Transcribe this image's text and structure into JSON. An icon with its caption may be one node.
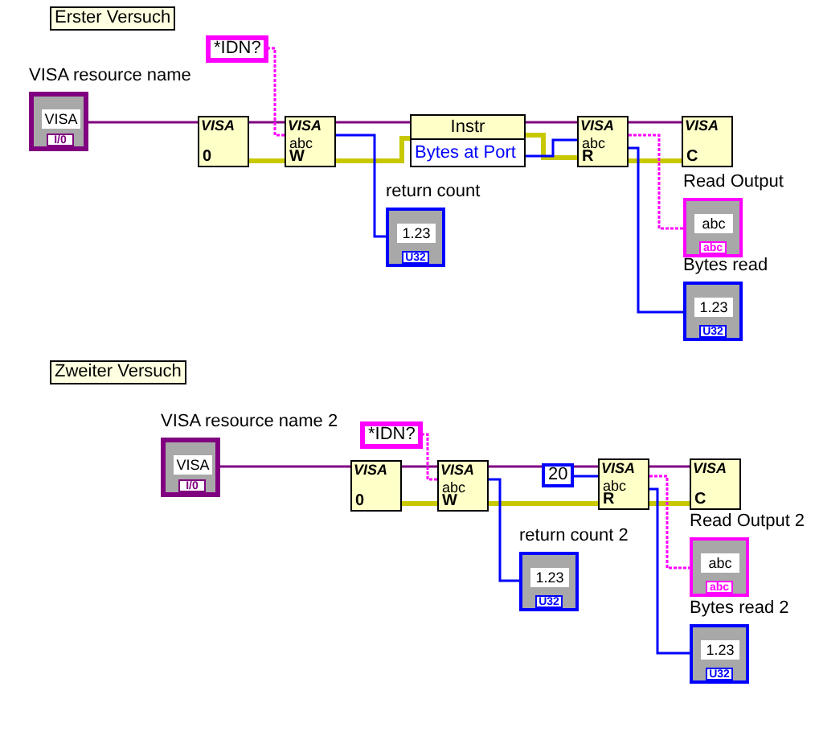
{
  "diagram": {
    "nodes": [
      {
        "text": [
          "Erster Versuch"
        ]
      },
      {
        "text": [
          "VISA resource name",
          "VISA",
          "I/0"
        ]
      },
      {
        "text": [
          "*IDN?"
        ]
      },
      {
        "text": [
          "VISA",
          "0"
        ]
      },
      {
        "text": [
          "VISA",
          "abc",
          "W"
        ]
      },
      {
        "text": [
          "Instr",
          "Bytes at Port"
        ]
      },
      {
        "text": [
          "VISA",
          "abc",
          "R"
        ]
      },
      {
        "text": [
          "VISA",
          "C"
        ]
      },
      {
        "text": [
          "return count",
          "1.23",
          "U32"
        ]
      },
      {
        "text": [
          "Read Output",
          "abc",
          "abc"
        ]
      },
      {
        "text": [
          "Bytes read",
          "1.23",
          "U32"
        ]
      },
      {
        "text": [
          "Zweiter Versuch"
        ]
      },
      {
        "text": [
          "VISA resource name 2",
          "VISA",
          "I/0"
        ]
      },
      {
        "text": [
          "*IDN?"
        ]
      },
      {
        "text": [
          "VISA",
          "0"
        ]
      },
      {
        "text": [
          "VISA",
          "abc",
          "W"
        ]
      },
      {
        "text": [
          "20"
        ]
      },
      {
        "text": [
          "VISA",
          "abc",
          "R"
        ]
      },
      {
        "text": [
          "VISA",
          "C"
        ]
      },
      {
        "text": [
          "return count 2",
          "1.23",
          "U32"
        ]
      },
      {
        "text": [
          "Read Output 2",
          "abc",
          "abc"
        ]
      },
      {
        "text": [
          "Bytes read 2",
          "1.23",
          "U32"
        ]
      }
    ],
    "edges": [
      {
        "from": 1,
        "to": 3,
        "arrow": "none"
      },
      {
        "from": 3,
        "to": 4,
        "arrow": "none"
      },
      {
        "from": 4,
        "to": 5,
        "arrow": "none"
      },
      {
        "from": 5,
        "to": 6,
        "arrow": "none"
      },
      {
        "from": 6,
        "to": 7,
        "arrow": "none"
      },
      {
        "from": 3,
        "to": 4,
        "arrow": "none",
        "style": "thick",
        "color": "#c8c800"
      },
      {
        "from": 4,
        "to": 5,
        "arrow": "none",
        "style": "thick",
        "color": "#c8c800"
      },
      {
        "from": 5,
        "to": 6,
        "arrow": "none",
        "style": "thick",
        "color": "#c8c800"
      },
      {
        "from": 6,
        "to": 7,
        "arrow": "none",
        "style": "thick",
        "color": "#c8c800"
      },
      {
        "from": 2,
        "to": 4,
        "arrow": "none",
        "style": "dashed",
        "color": "#ff00ff"
      },
      {
        "from": 6,
        "to": 9,
        "arrow": "none",
        "style": "dashed",
        "color": "#ff00ff"
      },
      {
        "from": 4,
        "to": 8,
        "arrow": "none",
        "color": "#0000ff"
      },
      {
        "from": 5,
        "to": 6,
        "arrow": "none",
        "color": "#0000ff"
      },
      {
        "from": 6,
        "to": 10,
        "arrow": "none",
        "color": "#0000ff"
      },
      {
        "from": 12,
        "to": 14,
        "arrow": "none"
      },
      {
        "from": 14,
        "to": 15,
        "arrow": "none"
      },
      {
        "from": 15,
        "to": 17,
        "arrow": "none"
      },
      {
        "from": 17,
        "to": 18,
        "arrow": "none"
      },
      {
        "from": 14,
        "to": 15,
        "arrow": "none",
        "style": "thick",
        "color": "#c8c800"
      },
      {
        "from": 15,
        "to": 17,
        "arrow": "none",
        "style": "thick",
        "color": "#c8c800"
      },
      {
        "from": 17,
        "to": 18,
        "arrow": "none",
        "style": "thick",
        "color": "#c8c800"
      },
      {
        "from": 13,
        "to": 15,
        "arrow": "none",
        "style": "dashed",
        "color": "#ff00ff"
      },
      {
        "from": 17,
        "to": 20,
        "arrow": "none",
        "style": "dashed",
        "color": "#ff00ff"
      },
      {
        "from": 15,
        "to": 19,
        "arrow": "none",
        "color": "#0000ff"
      },
      {
        "from": 16,
        "to": 17,
        "arrow": "none",
        "color": "#0000ff"
      },
      {
        "from": 17,
        "to": 21,
        "arrow": "none",
        "color": "#0000ff"
      }
    ]
  }
}
